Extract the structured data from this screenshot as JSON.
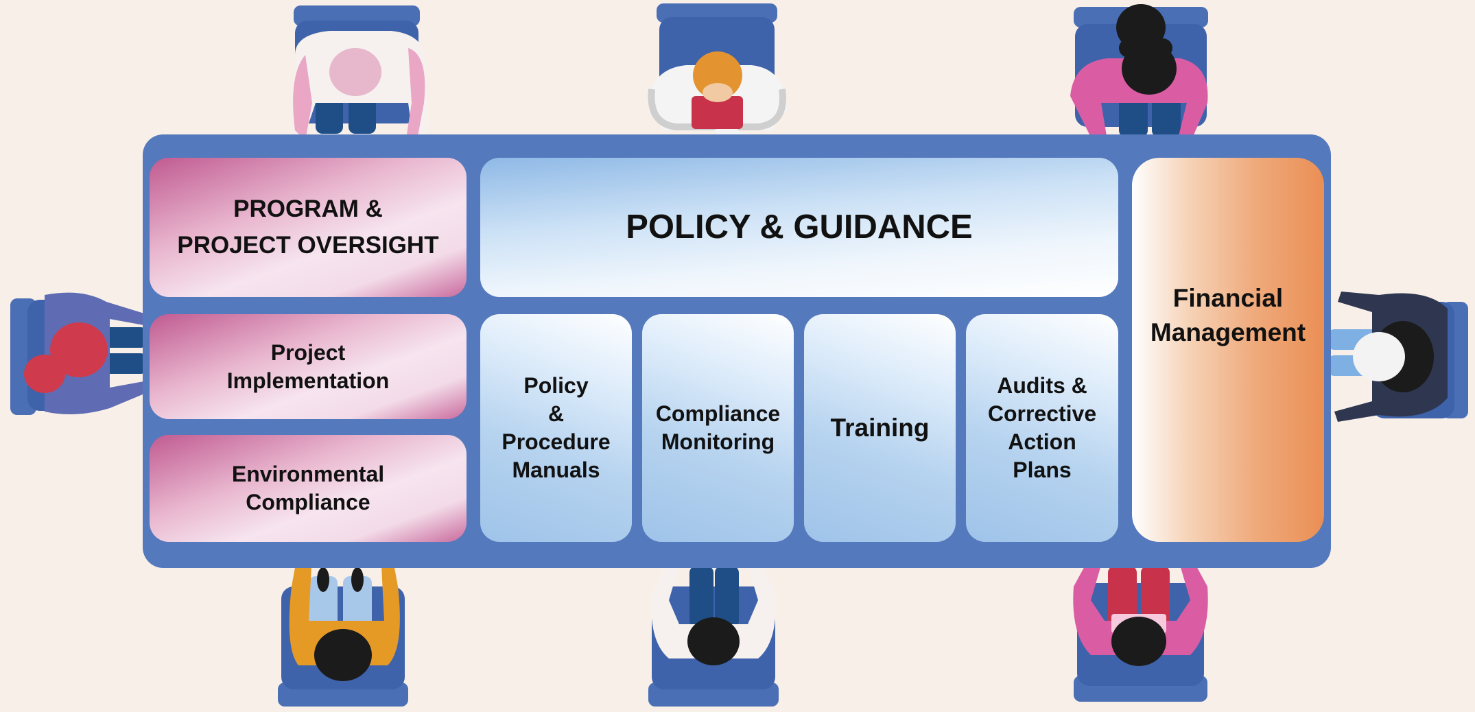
{
  "colors": {
    "background": "#f8efe8",
    "table": "#5479bc",
    "pink_accent": "#c05a91",
    "blue_accent": "#9fc3e9",
    "orange_accent": "#ea8f55"
  },
  "left_column": {
    "oversight_line1": "PROGRAM &",
    "oversight_line2": "PROJECT OVERSIGHT",
    "implementation_line1": "Project",
    "implementation_line2": "Implementation",
    "environmental_line1": "Environmental",
    "environmental_line2": "Compliance"
  },
  "center": {
    "header": "POLICY & GUIDANCE",
    "manuals_line1": "Policy",
    "manuals_line2": "&",
    "manuals_line3": "Procedure",
    "manuals_line4": "Manuals",
    "monitoring_line1": "Compliance",
    "monitoring_line2": "Monitoring",
    "training": "Training",
    "audits_line1": "Audits &",
    "audits_line2": "Corrective",
    "audits_line3": "Action",
    "audits_line4": "Plans"
  },
  "right_column": {
    "financial_line1": "Financial",
    "financial_line2": "Management"
  },
  "people": [
    {
      "seat": "top-left",
      "shirt": "#f6f1ef",
      "hair": "#e7b7cb"
    },
    {
      "seat": "top-center",
      "shirt": "#f6f1ef",
      "hair": "#e39431"
    },
    {
      "seat": "top-right",
      "shirt": "#da5da4",
      "hair": "#1b1b1b"
    },
    {
      "seat": "left",
      "shirt": "#5f6cb3",
      "hair": "#cf3b4c"
    },
    {
      "seat": "right",
      "shirt": "#2f3750",
      "hair": "#1b1b1b"
    },
    {
      "seat": "bottom-left",
      "shirt": "#e59a26",
      "hair": "#1b1b1b"
    },
    {
      "seat": "bottom-center",
      "shirt": "#f6f1ef",
      "hair": "#1b1b1b"
    },
    {
      "seat": "bottom-right",
      "shirt": "#da5da4",
      "hair": "#1b1b1b"
    }
  ]
}
